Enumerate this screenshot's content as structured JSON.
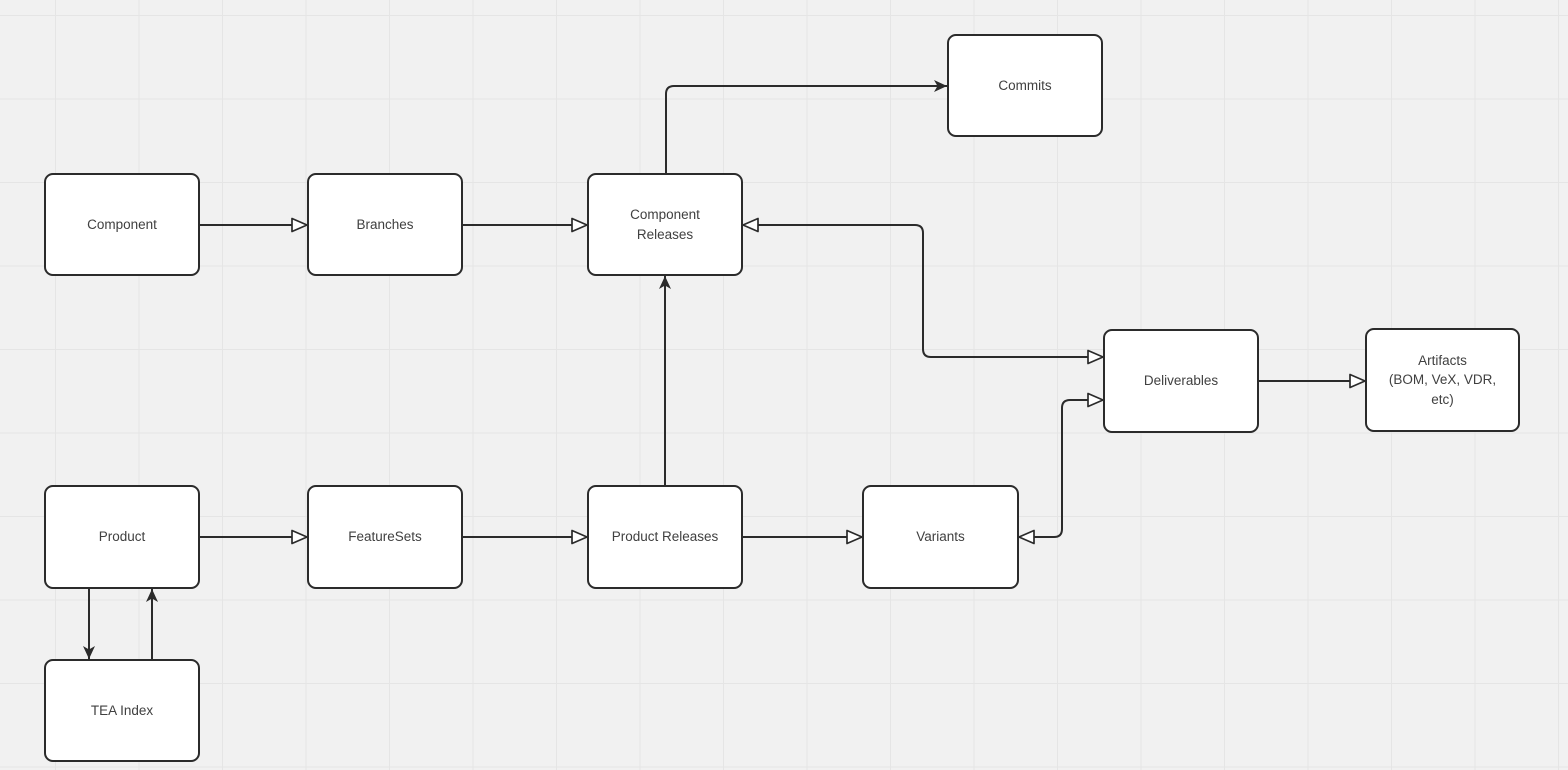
{
  "colors": {
    "canvas_bg": "#f1f1f1",
    "grid_line": "#e5e5e5",
    "node_fill": "#ffffff",
    "stroke": "#2b2b2b",
    "text": "#404040"
  },
  "nodes": {
    "component": {
      "label": "Component"
    },
    "branches": {
      "label": "Branches"
    },
    "component_releases": {
      "label": "Component\nReleases"
    },
    "commits": {
      "label": "Commits"
    },
    "product": {
      "label": "Product"
    },
    "featuresets": {
      "label": "FeatureSets"
    },
    "product_releases": {
      "label": "Product Releases"
    },
    "variants": {
      "label": "Variants"
    },
    "deliverables": {
      "label": "Deliverables"
    },
    "artifacts": {
      "label": "Artifacts\n(BOM, VeX, VDR,\netc)"
    },
    "tea_index": {
      "label": "TEA Index"
    }
  },
  "edges": [
    {
      "from": "Component",
      "to": "Branches",
      "arrowhead": "hollow"
    },
    {
      "from": "Branches",
      "to": "Component Releases",
      "arrowhead": "hollow"
    },
    {
      "from": "Component Releases",
      "to": "Commits",
      "arrowhead": "solid"
    },
    {
      "from": "Deliverables",
      "to": "Component Releases",
      "arrowhead": "hollow-both-ends"
    },
    {
      "from": "Product Releases",
      "to": "Component Releases",
      "arrowhead": "solid"
    },
    {
      "from": "Product",
      "to": "FeatureSets",
      "arrowhead": "hollow"
    },
    {
      "from": "FeatureSets",
      "to": "Product Releases",
      "arrowhead": "hollow"
    },
    {
      "from": "Product Releases",
      "to": "Variants",
      "arrowhead": "hollow"
    },
    {
      "from": "Deliverables",
      "to": "Variants",
      "arrowhead": "hollow-both-ends"
    },
    {
      "from": "Deliverables",
      "to": "Artifacts (BOM, VeX, VDR, etc)",
      "arrowhead": "hollow"
    },
    {
      "from": "Product",
      "to": "TEA Index",
      "arrowhead": "solid"
    },
    {
      "from": "TEA Index",
      "to": "Product",
      "arrowhead": "solid"
    }
  ]
}
